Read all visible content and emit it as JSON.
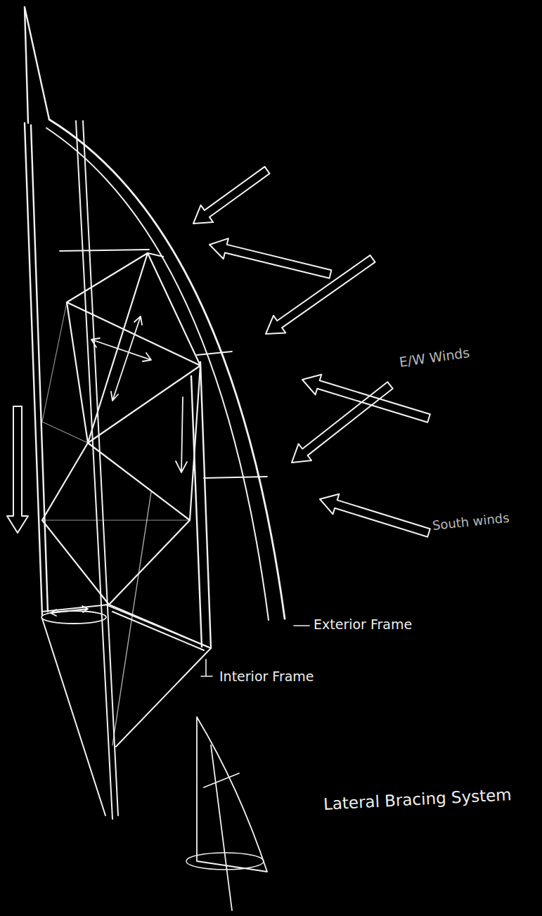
{
  "diagram": {
    "caption": "Lateral Bracing System",
    "labels": [
      "E/W Winds",
      "South winds",
      "Exterior Frame",
      "Interior Frame"
    ]
  }
}
